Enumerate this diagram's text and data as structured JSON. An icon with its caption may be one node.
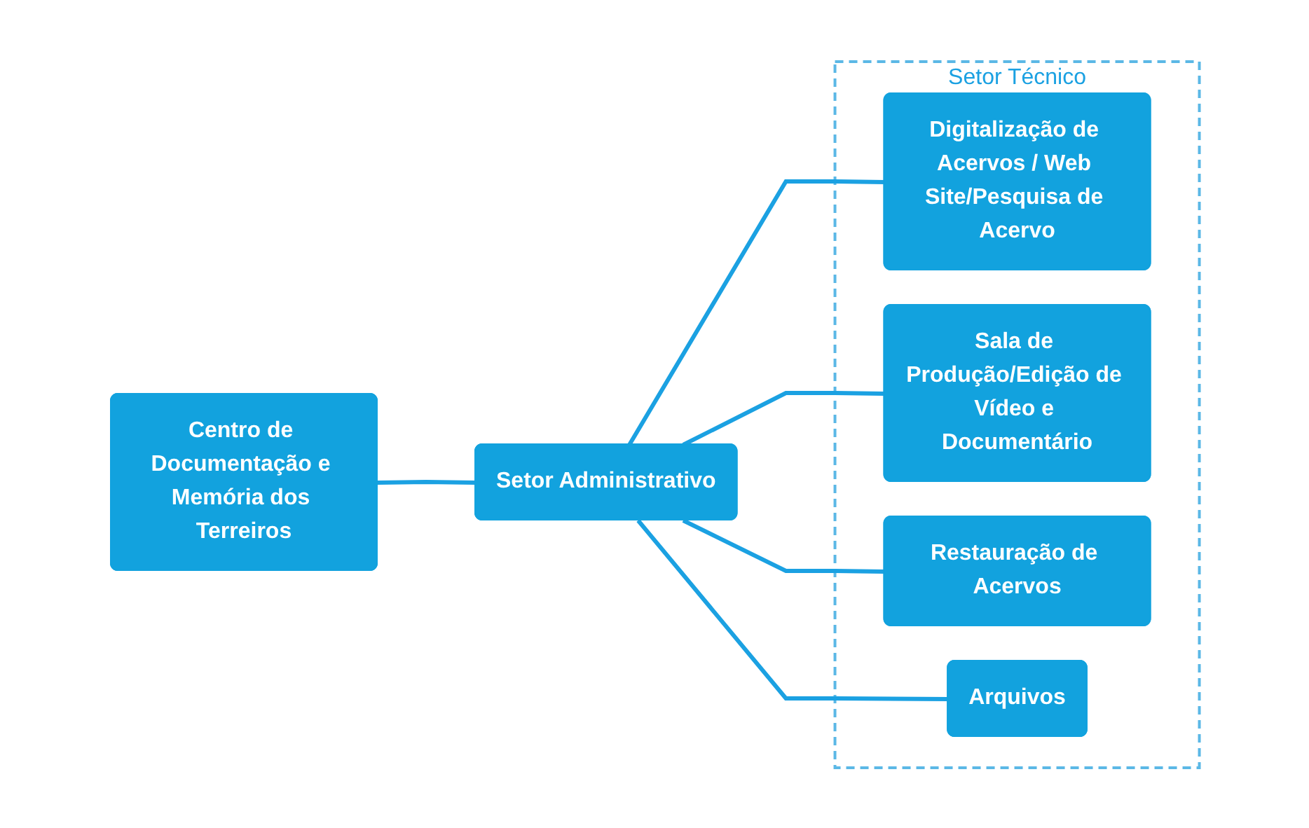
{
  "diagram": {
    "nodes": [
      {
        "text": [
          "Centro de Documentação e Memória dos Terreiros"
        ]
      },
      {
        "text": [
          "Setor Administrativo"
        ]
      },
      {
        "text": [
          "Setor Técnico"
        ]
      },
      {
        "text": [
          "Digitalização de Acervos / Web Site/Pesquisa de Acervo"
        ],
        "in": 2
      },
      {
        "text": [
          "Sala de Produção/Edição de Vídeo e Documentário"
        ],
        "in": 2
      },
      {
        "text": [
          "Restauração de Acervos"
        ],
        "in": 2
      },
      {
        "text": [
          "Arquivos"
        ],
        "in": 2
      }
    ],
    "edges": [
      {
        "from": 0,
        "to": 1,
        "arrow": "none"
      },
      {
        "from": 1,
        "to": 3,
        "arrow": "none"
      },
      {
        "from": 1,
        "to": 4,
        "arrow": "none"
      },
      {
        "from": 1,
        "to": 5,
        "arrow": "none"
      },
      {
        "from": 1,
        "to": 6,
        "arrow": "none"
      }
    ]
  }
}
